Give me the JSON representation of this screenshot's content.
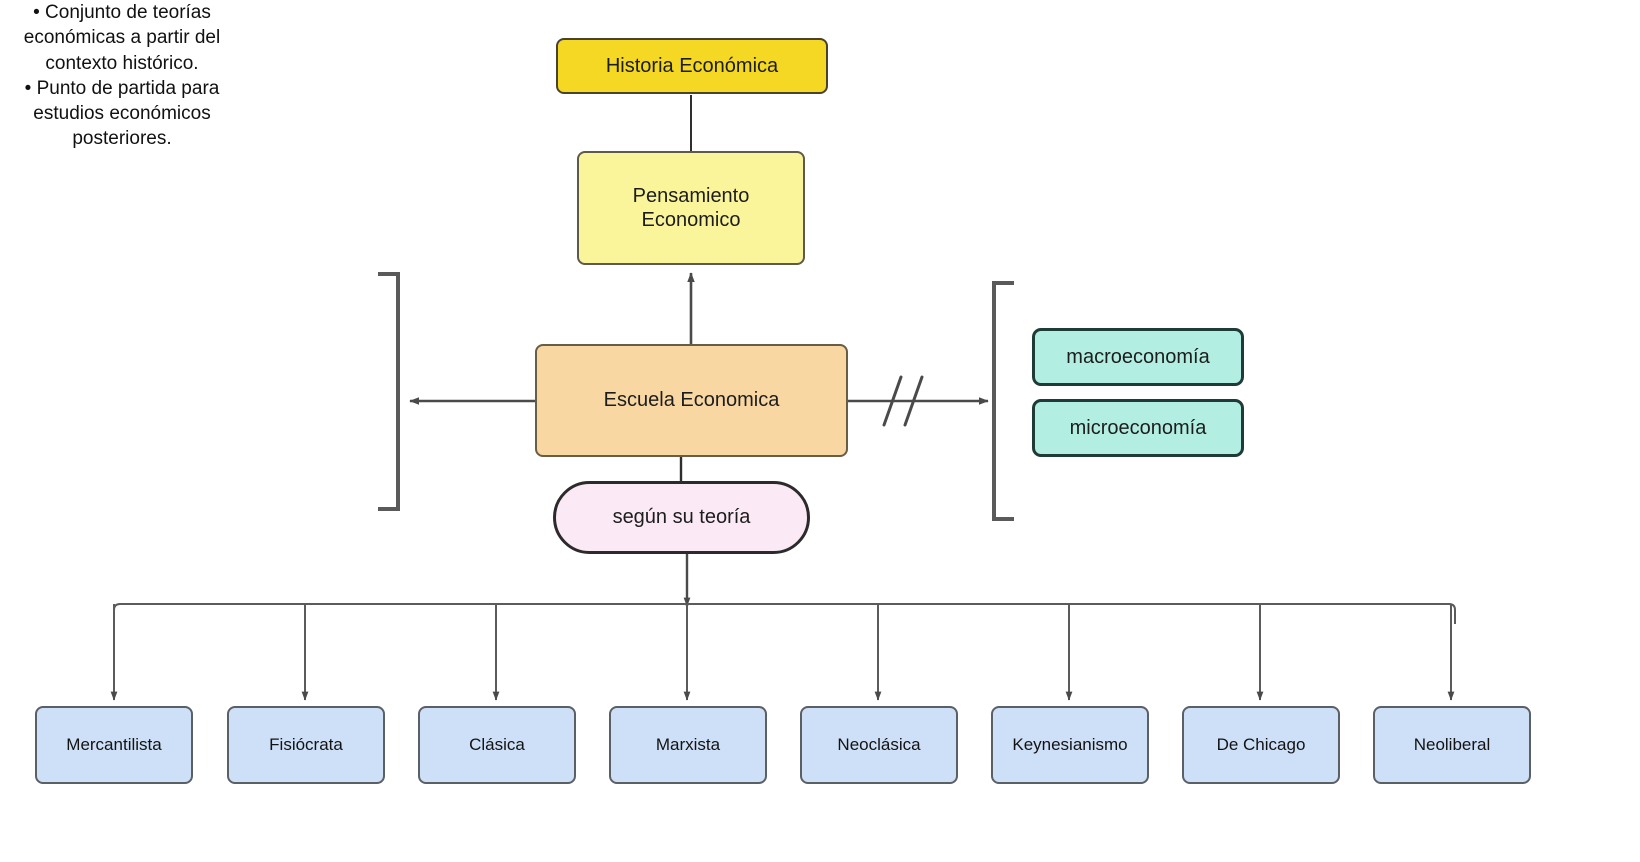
{
  "diagram": {
    "title": "Historia Económica",
    "root": {
      "label": "Historia Económica"
    },
    "level2": {
      "label": "Pensamiento\nEconomico",
      "line1": "Pensamiento",
      "line2": "Economico"
    },
    "level3": {
      "label": "Escuela Economica"
    },
    "connector_pill": {
      "label": "según su teoría"
    },
    "left_note": {
      "bullets": [
        "• Conjunto de teorías",
        "económicas a partir del",
        "contexto histórico.",
        "• Punto de partida para",
        "estudios económicos",
        "posteriores."
      ],
      "bullet_items": [
        "Conjunto de teorías económicas a partir del contexto histórico.",
        "Punto de partida para estudios económicos posteriores."
      ]
    },
    "right_branch": {
      "break_marker": "//",
      "items": [
        {
          "label": "macroeconomía"
        },
        {
          "label": "microeconomía"
        }
      ]
    },
    "schools": [
      {
        "label": "Mercantilista"
      },
      {
        "label": "Fisiócrata"
      },
      {
        "label": "Clásica"
      },
      {
        "label": "Marxista"
      },
      {
        "label": "Neoclásica"
      },
      {
        "label": "Keynesianismo"
      },
      {
        "label": "De Chicago"
      },
      {
        "label": "Neoliberal"
      }
    ],
    "colors": {
      "root_fill": "#F4D824",
      "level2_fill": "#FAF59B",
      "level3_fill": "#F8D7A3",
      "pill_fill": "#FBE9F5",
      "branch_fill": "#B2EFE2",
      "school_fill": "#CEE0F7",
      "stroke": "#444444",
      "background": "#FFFFFF"
    }
  }
}
